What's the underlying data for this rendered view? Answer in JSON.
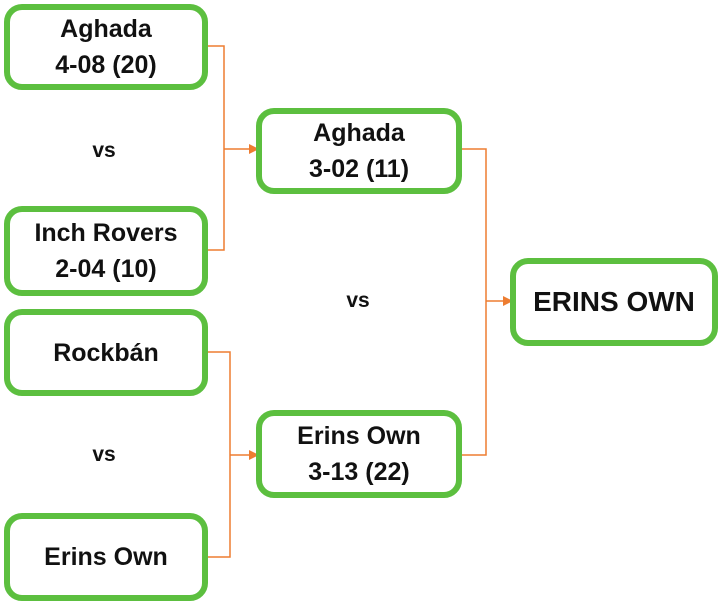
{
  "round1": {
    "match1": {
      "team_a": {
        "name": "Aghada",
        "score": "4-08 (20)"
      },
      "team_b": {
        "name": "Inch Rovers",
        "score": "2-04 (10)"
      },
      "vs": "vs"
    },
    "match2": {
      "team_a": {
        "name": "Rockbán"
      },
      "team_b": {
        "name": "Erins Own"
      },
      "vs": "vs"
    }
  },
  "final": {
    "team_a": {
      "name": "Aghada",
      "score": "3-02 (11)"
    },
    "team_b": {
      "name": "Erins Own",
      "score": "3-13 (22)"
    },
    "vs": "vs"
  },
  "winner": {
    "name": "ERINS OWN"
  },
  "colors": {
    "box_border": "#5cbf3f",
    "connector": "#ed7d31",
    "text": "#111111"
  }
}
